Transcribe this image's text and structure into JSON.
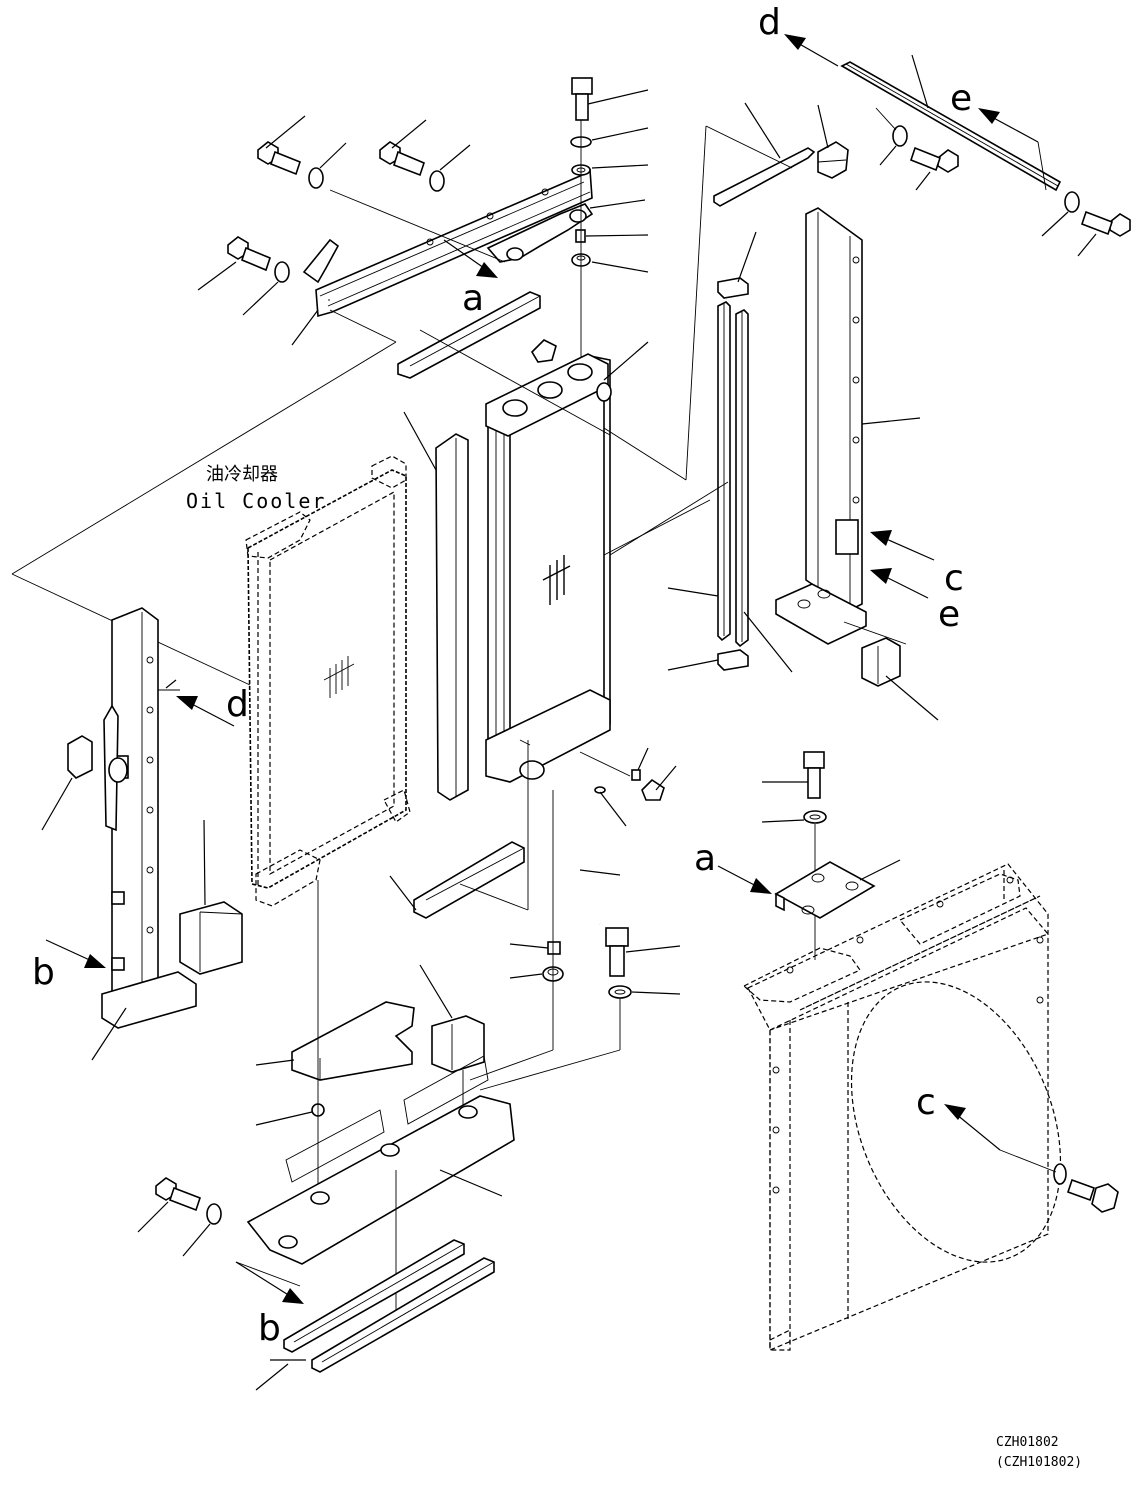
{
  "figure": {
    "label_cn": "油冷却器",
    "label_en": "Oil Cooler",
    "drawing_code": "CZH01802",
    "drawing_code_alt": "(CZH101802)"
  },
  "callouts": {
    "a_top": "a",
    "a_right": "a",
    "b_left": "b",
    "b_bottom": "b",
    "c_right": "c",
    "c_shroud": "c",
    "d_top": "d",
    "d_left": "d",
    "e_top": "e",
    "e_right": "e"
  }
}
